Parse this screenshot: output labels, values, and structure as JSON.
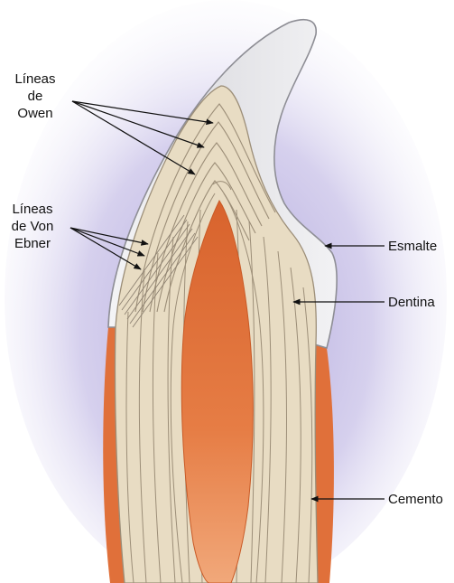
{
  "labels": {
    "owen": [
      "Líneas",
      "de",
      "Owen"
    ],
    "ebner": [
      "Líneas",
      "de Von",
      "Ebner"
    ],
    "esmalte": "Esmalte",
    "dentina": "Dentina",
    "cemento": "Cemento"
  },
  "colors": {
    "background": "#ffffff",
    "halo": "#a99fd8",
    "enamel": "#e6e6ea",
    "enamel_edge": "#8e8e95",
    "dentin": "#e8dcc3",
    "dentin_line": "#9c8e78",
    "pulp": "#e1763e",
    "cementum": "#e0703a",
    "arrow": "#111111"
  }
}
